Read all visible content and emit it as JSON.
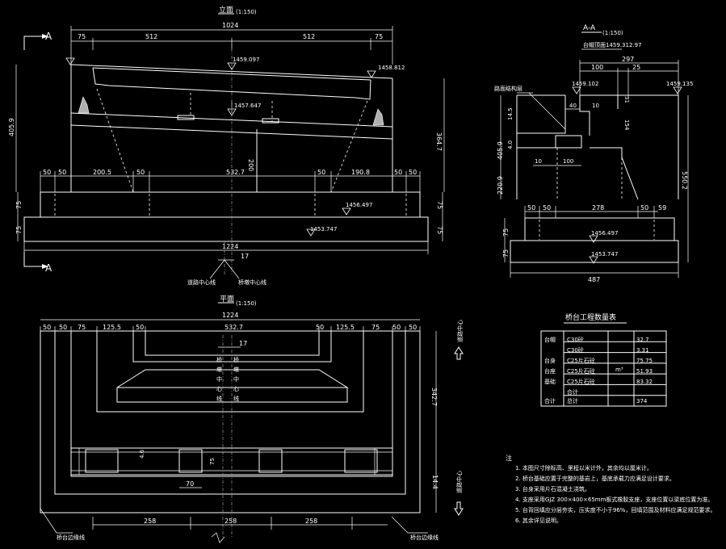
{
  "views": {
    "front": {
      "title": "立面",
      "scale": "(1:150)"
    },
    "plan": {
      "title": "平面",
      "scale": "(1:150)"
    },
    "section": {
      "title": "A-A",
      "scale": "(1:150)"
    }
  },
  "section_marks": {
    "a_top": "A",
    "a_bottom": "A"
  },
  "front_dims": {
    "top_total": "1024",
    "top_left": "512",
    "top_right": "512",
    "top_edge_l": "75",
    "top_edge_r": "75",
    "elev_top_c": "1459.097",
    "elev_top_r": "1458.812",
    "elev_mid": "1457.647",
    "left_height": "405.9",
    "right_height": "364.7",
    "row_50a": "50",
    "row_50b": "50",
    "row_2005": "200.5",
    "row_50c": "50",
    "row_5327": "532.7",
    "row_50d": "50",
    "row_1908": "190.8",
    "row_50e": "50",
    "row_50f": "50",
    "mid_200": "200",
    "left_75a": "75",
    "left_75b": "75",
    "right_75a": "75",
    "right_75b": "75",
    "elev_1456": "1456.497",
    "elev_1453": "1453.747",
    "bottom_total": "1224",
    "offset_17": "17",
    "label_left": "道路中心线",
    "label_right": "桥墩中心线"
  },
  "plan_dims": {
    "top": [
      "50",
      "50",
      "75",
      "125.5",
      "50",
      "532.7",
      "50",
      "125.5",
      "75",
      "50",
      "50"
    ],
    "top_total": "1224",
    "offset_17": "17",
    "v_342": "342.7",
    "v_144": "14.4",
    "v_46": "4.6",
    "v_75": "75",
    "d_70": "70",
    "bottom": [
      "258",
      "258",
      "258"
    ],
    "side_label_top": "道路中心",
    "side_label_bottom": "道路中心",
    "left_label": "桥台边缘线",
    "right_label": "桥台边缘线",
    "center_labels": [
      "桥",
      "墩",
      "中",
      "心",
      "线"
    ]
  },
  "section_dims": {
    "top_note": "台帽顶面1459.312.97",
    "d_297": "297",
    "d_100": "100",
    "d_25": "25",
    "elev_l": "1459.102",
    "elev_r": "1459.135",
    "left_note": "路面结构层",
    "d_40": "40",
    "d_10a": "10",
    "d_145": "14.5",
    "d_31": "31",
    "d_154": "154",
    "d_4": "4.0",
    "d_10b": "10",
    "d_100b": "100",
    "left_4059": "405.9",
    "left_2209": "220.9",
    "right_5502": "550.2",
    "d_50a": "50",
    "d_50b": "50",
    "d_278": "278",
    "d_50c": "50",
    "d_59": "59",
    "elev_1456": "1456.497",
    "elev_1453": "1453.747",
    "v_75a": "75",
    "v_75b": "75",
    "bottom_total": "487"
  },
  "quantity_table": {
    "title": "桥台工程数量表",
    "unit": "m³",
    "rows": [
      {
        "item": "台帽",
        "spec": "C30砼",
        "value": "32.7"
      },
      {
        "item": "",
        "spec": "C30砼",
        "value": "3.31"
      },
      {
        "item": "台身",
        "spec": "C25片石砼",
        "value": "75.75"
      },
      {
        "item": "台座",
        "spec": "C25片石砼",
        "value": "51.93"
      },
      {
        "item": "基础",
        "spec": "C25片石砼",
        "value": "83.32"
      },
      {
        "item": "",
        "spec": "合计",
        "value": ""
      },
      {
        "item": "合计",
        "spec": "总计",
        "value": "374"
      }
    ]
  },
  "notes": {
    "heading": "注",
    "items": [
      "1. 本图尺寸除标高、里程以米计外，其余均以厘米计。",
      "2. 桥台基础应置于完整的基岩上，基底承载力应满足设计要求。",
      "3. 台身采用片石混凝土浇筑。",
      "4. 支座采用GJZ 300×400×65mm板式橡胶支座，支座位置以梁底位置为准。",
      "5. 台背回填应分层夯实，压实度不小于96%，回填范围及材料应满足规范要求。",
      "6. 其余详见说明。"
    ]
  }
}
